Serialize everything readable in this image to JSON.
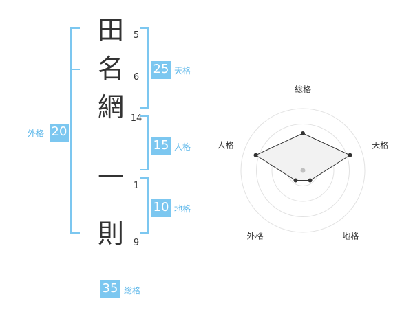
{
  "name": {
    "characters": [
      {
        "char": "田",
        "strokes": "5"
      },
      {
        "char": "名",
        "strokes": "6"
      },
      {
        "char": "網",
        "strokes": "14"
      },
      {
        "char": "一",
        "strokes": "1"
      },
      {
        "char": "則",
        "strokes": "9"
      }
    ]
  },
  "kakusu": {
    "tenkaku": {
      "value": "25",
      "label": "天格"
    },
    "jinkaku": {
      "value": "15",
      "label": "人格"
    },
    "chikaku": {
      "value": "10",
      "label": "地格"
    },
    "gaikaku": {
      "value": "20",
      "label": "外格"
    },
    "soukaku": {
      "value": "35",
      "label": "総格"
    }
  },
  "accent_color": "#7cc7f0",
  "chart_data": {
    "type": "radar",
    "axes": [
      "総格",
      "天格",
      "地格",
      "外格",
      "人格"
    ],
    "values": [
      3,
      4,
      1,
      1,
      4
    ],
    "rmax": 5,
    "rings": 4,
    "grid": true
  }
}
